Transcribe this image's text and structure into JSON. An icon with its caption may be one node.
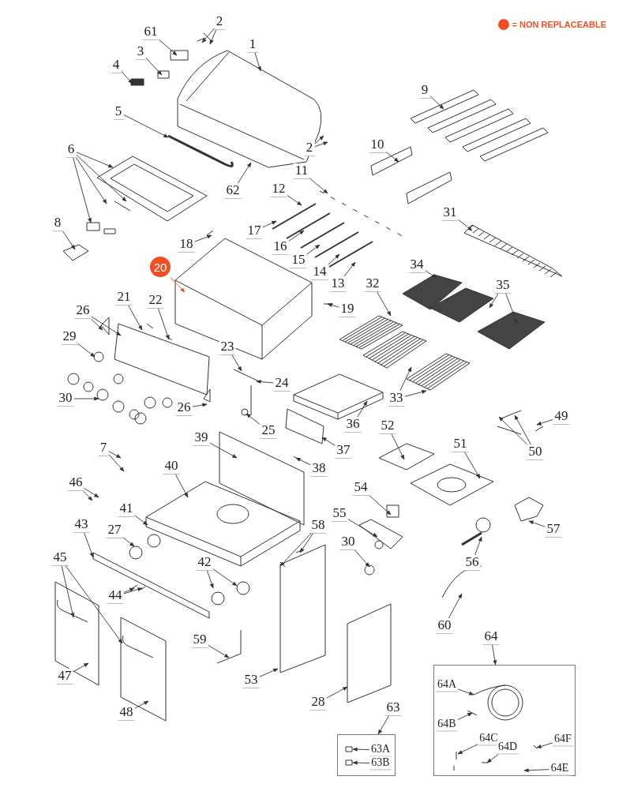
{
  "diagram": {
    "nodes": [
      {
        "text": [
          "2"
        ]
      },
      {
        "text": [
          "61"
        ]
      },
      {
        "text": [
          "1"
        ]
      },
      {
        "text": [
          "3"
        ]
      },
      {
        "text": [
          "4"
        ]
      },
      {
        "text": [
          "9"
        ]
      },
      {
        "text": [
          "5"
        ]
      },
      {
        "text": [
          "10"
        ]
      },
      {
        "text": [
          "2"
        ]
      },
      {
        "text": [
          "6"
        ]
      },
      {
        "text": [
          "11"
        ]
      },
      {
        "text": [
          "12"
        ]
      },
      {
        "text": [
          "62"
        ]
      },
      {
        "text": [
          "31"
        ]
      },
      {
        "text": [
          "8"
        ]
      },
      {
        "text": [
          "17"
        ]
      },
      {
        "text": [
          "18"
        ]
      },
      {
        "text": [
          "16"
        ]
      },
      {
        "text": [
          "15"
        ]
      },
      {
        "text": [
          "34"
        ]
      },
      {
        "text": [
          "20"
        ]
      },
      {
        "text": [
          "14"
        ]
      },
      {
        "text": [
          "13"
        ]
      },
      {
        "text": [
          "32"
        ]
      },
      {
        "text": [
          "35"
        ]
      },
      {
        "text": [
          "21"
        ]
      },
      {
        "text": [
          "22"
        ]
      },
      {
        "text": [
          "19"
        ]
      },
      {
        "text": [
          "26"
        ]
      },
      {
        "text": [
          "29"
        ]
      },
      {
        "text": [
          "23"
        ]
      },
      {
        "text": [
          "24"
        ]
      },
      {
        "text": [
          "33"
        ]
      },
      {
        "text": [
          "30"
        ]
      },
      {
        "text": [
          "26"
        ]
      },
      {
        "text": [
          "49"
        ]
      },
      {
        "text": [
          "36"
        ]
      },
      {
        "text": [
          "52"
        ]
      },
      {
        "text": [
          "25"
        ]
      },
      {
        "text": [
          "39"
        ]
      },
      {
        "text": [
          "51"
        ]
      },
      {
        "text": [
          "7"
        ]
      },
      {
        "text": [
          "37"
        ]
      },
      {
        "text": [
          "50"
        ]
      },
      {
        "text": [
          "40"
        ]
      },
      {
        "text": [
          "38"
        ]
      },
      {
        "text": [
          "46"
        ]
      },
      {
        "text": [
          "54"
        ]
      },
      {
        "text": [
          "41"
        ]
      },
      {
        "text": [
          "55"
        ]
      },
      {
        "text": [
          "43"
        ]
      },
      {
        "text": [
          "58"
        ]
      },
      {
        "text": [
          "57"
        ]
      },
      {
        "text": [
          "27"
        ]
      },
      {
        "text": [
          "30"
        ]
      },
      {
        "text": [
          "45"
        ]
      },
      {
        "text": [
          "42"
        ]
      },
      {
        "text": [
          "56"
        ]
      },
      {
        "text": [
          "44"
        ]
      },
      {
        "text": [
          "60"
        ]
      },
      {
        "text": [
          "64"
        ]
      },
      {
        "text": [
          "59"
        ]
      },
      {
        "text": [
          "53"
        ]
      },
      {
        "text": [
          "47"
        ]
      },
      {
        "text": [],
        "shape": "box"
      },
      {
        "text": [
          "64A"
        ],
        "in": 64
      },
      {
        "text": [
          "28"
        ]
      },
      {
        "text": [
          "63"
        ]
      },
      {
        "text": [
          "48"
        ]
      },
      {
        "text": [
          "64B"
        ],
        "in": 64
      },
      {
        "text": [],
        "shape": "box"
      },
      {
        "text": [
          "63A"
        ],
        "in": 70
      },
      {
        "text": [
          "64C"
        ],
        "in": 64
      },
      {
        "text": [
          "64F"
        ],
        "in": 64
      },
      {
        "text": [
          "64D"
        ],
        "in": 64
      },
      {
        "text": [
          "63B"
        ],
        "in": 70
      },
      {
        "text": [
          "64E"
        ],
        "in": 64
      }
    ],
    "edges": [
      {
        "from": 0,
        "to": null,
        "arrow": "to"
      },
      {
        "from": 0,
        "to": null,
        "arrow": "to"
      },
      {
        "from": 1,
        "to": null,
        "arrow": "to"
      },
      {
        "from": 2,
        "to": null,
        "arrow": "to"
      },
      {
        "from": 3,
        "to": null,
        "arrow": "to"
      },
      {
        "from": 4,
        "to": null,
        "arrow": "to"
      },
      {
        "from": 5,
        "to": null,
        "arrow": "to"
      },
      {
        "from": 6,
        "to": null,
        "arrow": "to"
      },
      {
        "from": 7,
        "to": null,
        "arrow": "to"
      },
      {
        "from": 8,
        "to": null,
        "arrow": "to"
      },
      {
        "from": 8,
        "to": null,
        "arrow": "to"
      },
      {
        "from": 9,
        "to": null,
        "arrow": "to"
      },
      {
        "from": 9,
        "to": null,
        "arrow": "to"
      },
      {
        "from": 9,
        "to": null,
        "arrow": "to"
      },
      {
        "from": 9,
        "to": null,
        "arrow": "to"
      },
      {
        "from": 10,
        "to": null,
        "arrow": "to"
      },
      {
        "from": 11,
        "to": null,
        "arrow": "to"
      },
      {
        "from": 12,
        "to": null,
        "arrow": "to"
      },
      {
        "from": 13,
        "to": null,
        "arrow": "to"
      },
      {
        "from": 14,
        "to": null,
        "arrow": "to"
      },
      {
        "from": 15,
        "to": null,
        "arrow": "to"
      },
      {
        "from": 16,
        "to": null,
        "arrow": "to"
      },
      {
        "from": 17,
        "to": null,
        "arrow": "to"
      },
      {
        "from": 18,
        "to": null,
        "arrow": "to"
      },
      {
        "from": 19,
        "to": null,
        "arrow": "to"
      },
      {
        "from": 20,
        "to": null,
        "arrow": "to",
        "color": "#f04e23"
      },
      {
        "from": 21,
        "to": null,
        "arrow": "to"
      },
      {
        "from": 22,
        "to": null,
        "arrow": "to"
      },
      {
        "from": 23,
        "to": null,
        "arrow": "to"
      },
      {
        "from": 24,
        "to": null,
        "arrow": "to"
      },
      {
        "from": 24,
        "to": null,
        "arrow": "to"
      },
      {
        "from": 25,
        "to": null,
        "arrow": "to"
      },
      {
        "from": 26,
        "to": null,
        "arrow": "to"
      },
      {
        "from": 27,
        "to": null,
        "arrow": "to"
      },
      {
        "from": 28,
        "to": null,
        "arrow": "to"
      },
      {
        "from": 28,
        "to": null,
        "arrow": "to"
      },
      {
        "from": 29,
        "to": null,
        "arrow": "to"
      },
      {
        "from": 30,
        "to": null,
        "arrow": "to"
      },
      {
        "from": 31,
        "to": null,
        "arrow": "to"
      },
      {
        "from": 32,
        "to": null,
        "arrow": "to"
      },
      {
        "from": 32,
        "to": null,
        "arrow": "to"
      },
      {
        "from": 33,
        "to": null,
        "arrow": "to"
      },
      {
        "from": 34,
        "to": null,
        "arrow": "to"
      },
      {
        "from": 35,
        "to": null,
        "arrow": "to"
      },
      {
        "from": 36,
        "to": null,
        "arrow": "to"
      },
      {
        "from": 37,
        "to": null,
        "arrow": "to"
      },
      {
        "from": 38,
        "to": null,
        "arrow": "to"
      },
      {
        "from": 39,
        "to": null,
        "arrow": "to"
      },
      {
        "from": 40,
        "to": null,
        "arrow": "to"
      },
      {
        "from": 41,
        "to": null,
        "arrow": "to"
      },
      {
        "from": 41,
        "to": null,
        "arrow": "to"
      },
      {
        "from": 42,
        "to": null,
        "arrow": "to"
      },
      {
        "from": 43,
        "to": null,
        "arrow": "to"
      },
      {
        "from": 43,
        "to": null,
        "arrow": "to"
      },
      {
        "from": 44,
        "to": null,
        "arrow": "to"
      },
      {
        "from": 45,
        "to": null,
        "arrow": "to"
      },
      {
        "from": 46,
        "to": null,
        "arrow": "to"
      },
      {
        "from": 46,
        "to": null,
        "arrow": "to"
      },
      {
        "from": 47,
        "to": null,
        "arrow": "to"
      },
      {
        "from": 48,
        "to": null,
        "arrow": "to"
      },
      {
        "from": 49,
        "to": null,
        "arrow": "to"
      },
      {
        "from": 50,
        "to": null,
        "arrow": "to"
      },
      {
        "from": 51,
        "to": null,
        "arrow": "to"
      },
      {
        "from": 51,
        "to": null,
        "arrow": "to"
      },
      {
        "from": 52,
        "to": null,
        "arrow": "to"
      },
      {
        "from": 53,
        "to": null,
        "arrow": "to"
      },
      {
        "from": 54,
        "to": null,
        "arrow": "to"
      },
      {
        "from": 55,
        "to": null,
        "arrow": "to"
      },
      {
        "from": 55,
        "to": null,
        "arrow": "to"
      },
      {
        "from": 56,
        "to": null,
        "arrow": "to"
      },
      {
        "from": 56,
        "to": null,
        "arrow": "to"
      },
      {
        "from": 57,
        "to": null,
        "arrow": "to"
      },
      {
        "from": 58,
        "to": null,
        "arrow": "to"
      },
      {
        "from": 58,
        "to": null,
        "arrow": "to"
      },
      {
        "from": 59,
        "to": null,
        "arrow": "to"
      },
      {
        "from": 60,
        "to": 64,
        "arrow": "to"
      },
      {
        "from": 61,
        "to": null,
        "arrow": "to"
      },
      {
        "from": 62,
        "to": null,
        "arrow": "to"
      },
      {
        "from": 63,
        "to": null,
        "arrow": "to"
      },
      {
        "from": 65,
        "to": null,
        "arrow": "to"
      },
      {
        "from": 66,
        "to": null,
        "arrow": "to"
      },
      {
        "from": 67,
        "to": 70,
        "arrow": "to"
      },
      {
        "from": 68,
        "to": null,
        "arrow": "to"
      },
      {
        "from": 69,
        "to": null,
        "arrow": "to"
      },
      {
        "from": 71,
        "to": null,
        "arrow": "to"
      },
      {
        "from": 72,
        "to": null,
        "arrow": "to"
      },
      {
        "from": 73,
        "to": null,
        "arrow": "to"
      },
      {
        "from": 74,
        "to": null,
        "arrow": "to"
      },
      {
        "from": 75,
        "to": null,
        "arrow": "to"
      },
      {
        "from": 76,
        "to": null,
        "arrow": "to"
      }
    ],
    "legend": [
      {
        "text": "= NON REPLACEABLE",
        "color": "#f04e23"
      }
    ]
  }
}
